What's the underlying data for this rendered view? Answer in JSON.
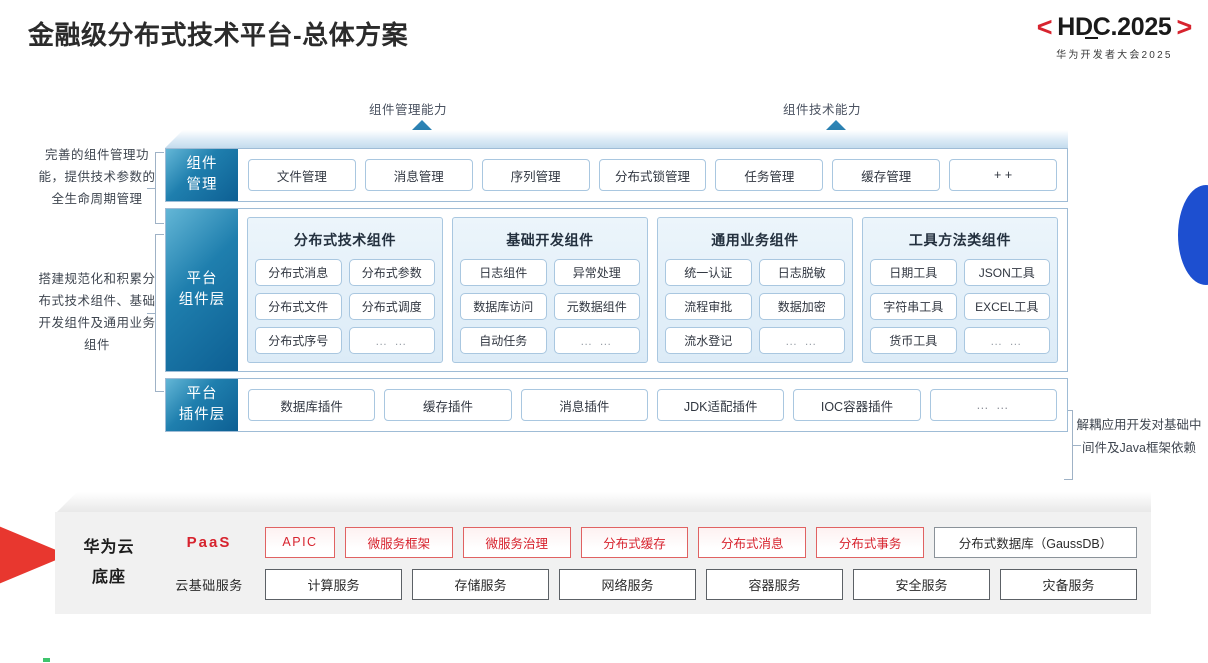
{
  "header": {
    "title": "金融级分布式技术平台-总体方案",
    "logo": {
      "left_bracket": "<",
      "text": "HDC.2025",
      "right_bracket": ">",
      "subtitle": "华为开发者大会2025"
    }
  },
  "arrows": [
    {
      "label": "组件管理能力"
    },
    {
      "label": "组件技术能力"
    }
  ],
  "side_notes": {
    "left_top": "完善的组件管理功能，提供技术参数的全生命周期管理",
    "left_bottom": "搭建规范化和积累分布式技术组件、基础开发组件及通用业务组件",
    "right": "解耦应用开发对基础中间件及Java框架依赖"
  },
  "layers": [
    {
      "tag": "组件\n管理",
      "tag_lines": [
        "组件",
        "管理"
      ],
      "items": [
        "文件管理",
        "消息管理",
        "序列管理",
        "分布式锁管理",
        "任务管理",
        "缓存管理",
        "+ +"
      ]
    },
    {
      "tag_lines": [
        "平台",
        "组件层"
      ],
      "groups": [
        {
          "title": "分布式技术组件",
          "cells": [
            "分布式消息",
            "分布式参数",
            "分布式文件",
            "分布式调度",
            "分布式序号",
            "… …"
          ]
        },
        {
          "title": "基础开发组件",
          "cells": [
            "日志组件",
            "异常处理",
            "数据库访问",
            "元数据组件",
            "自动任务",
            "… …"
          ]
        },
        {
          "title": "通用业务组件",
          "cells": [
            "统一认证",
            "日志脱敏",
            "流程审批",
            "数据加密",
            "流水登记",
            "… …"
          ]
        },
        {
          "title": "工具方法类组件",
          "cells": [
            "日期工具",
            "JSON工具",
            "字符串工具",
            "EXCEL工具",
            "货币工具",
            "… …"
          ]
        }
      ]
    },
    {
      "tag_lines": [
        "平台",
        "插件层"
      ],
      "items": [
        "数据库插件",
        "缓存插件",
        "消息插件",
        "JDK适配插件",
        "IOC容器插件",
        "… …"
      ]
    }
  ],
  "cloud_base": {
    "title_lines": [
      "华为云",
      "底座"
    ],
    "rows": [
      {
        "label": "PaaS",
        "items": [
          {
            "text": "APIC",
            "style": "red"
          },
          {
            "text": "微服务框架",
            "style": "red"
          },
          {
            "text": "微服务治理",
            "style": "red"
          },
          {
            "text": "分布式缓存",
            "style": "red"
          },
          {
            "text": "分布式消息",
            "style": "red"
          },
          {
            "text": "分布式事务",
            "style": "red"
          },
          {
            "text": "分布式数据库（GaussDB）",
            "style": "gray"
          }
        ]
      },
      {
        "label": "云基础服务",
        "items": [
          {
            "text": "计算服务",
            "style": "base"
          },
          {
            "text": "存储服务",
            "style": "base"
          },
          {
            "text": "网络服务",
            "style": "base"
          },
          {
            "text": "容器服务",
            "style": "base"
          },
          {
            "text": "安全服务",
            "style": "base"
          },
          {
            "text": "灾备服务",
            "style": "base"
          }
        ]
      }
    ]
  },
  "colors": {
    "accent_red": "#d7232e",
    "accent_blue": "#1d4fd0",
    "layer_blue": "#1f7fae",
    "panel_border": "#9fbcd6"
  }
}
